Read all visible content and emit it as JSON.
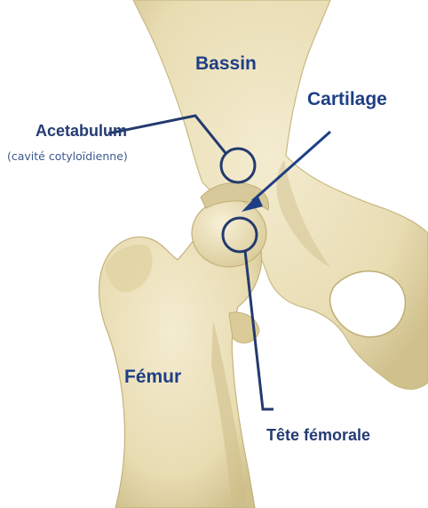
{
  "labels": {
    "bassin": "Bassin",
    "cartilage": "Cartilage",
    "acetabulum": "Acetabulum",
    "acetabulum_sub": "(cavité cotyloïdienne)",
    "femur": "Fémur",
    "tete_femorale": "Tête fémorale"
  },
  "colors": {
    "background": "#ffffff",
    "bone": "#ece2bd",
    "bone_shadow": "#cdbf8e",
    "label_blue": "#1e3f86",
    "annotation_navy": "#233a6e"
  }
}
